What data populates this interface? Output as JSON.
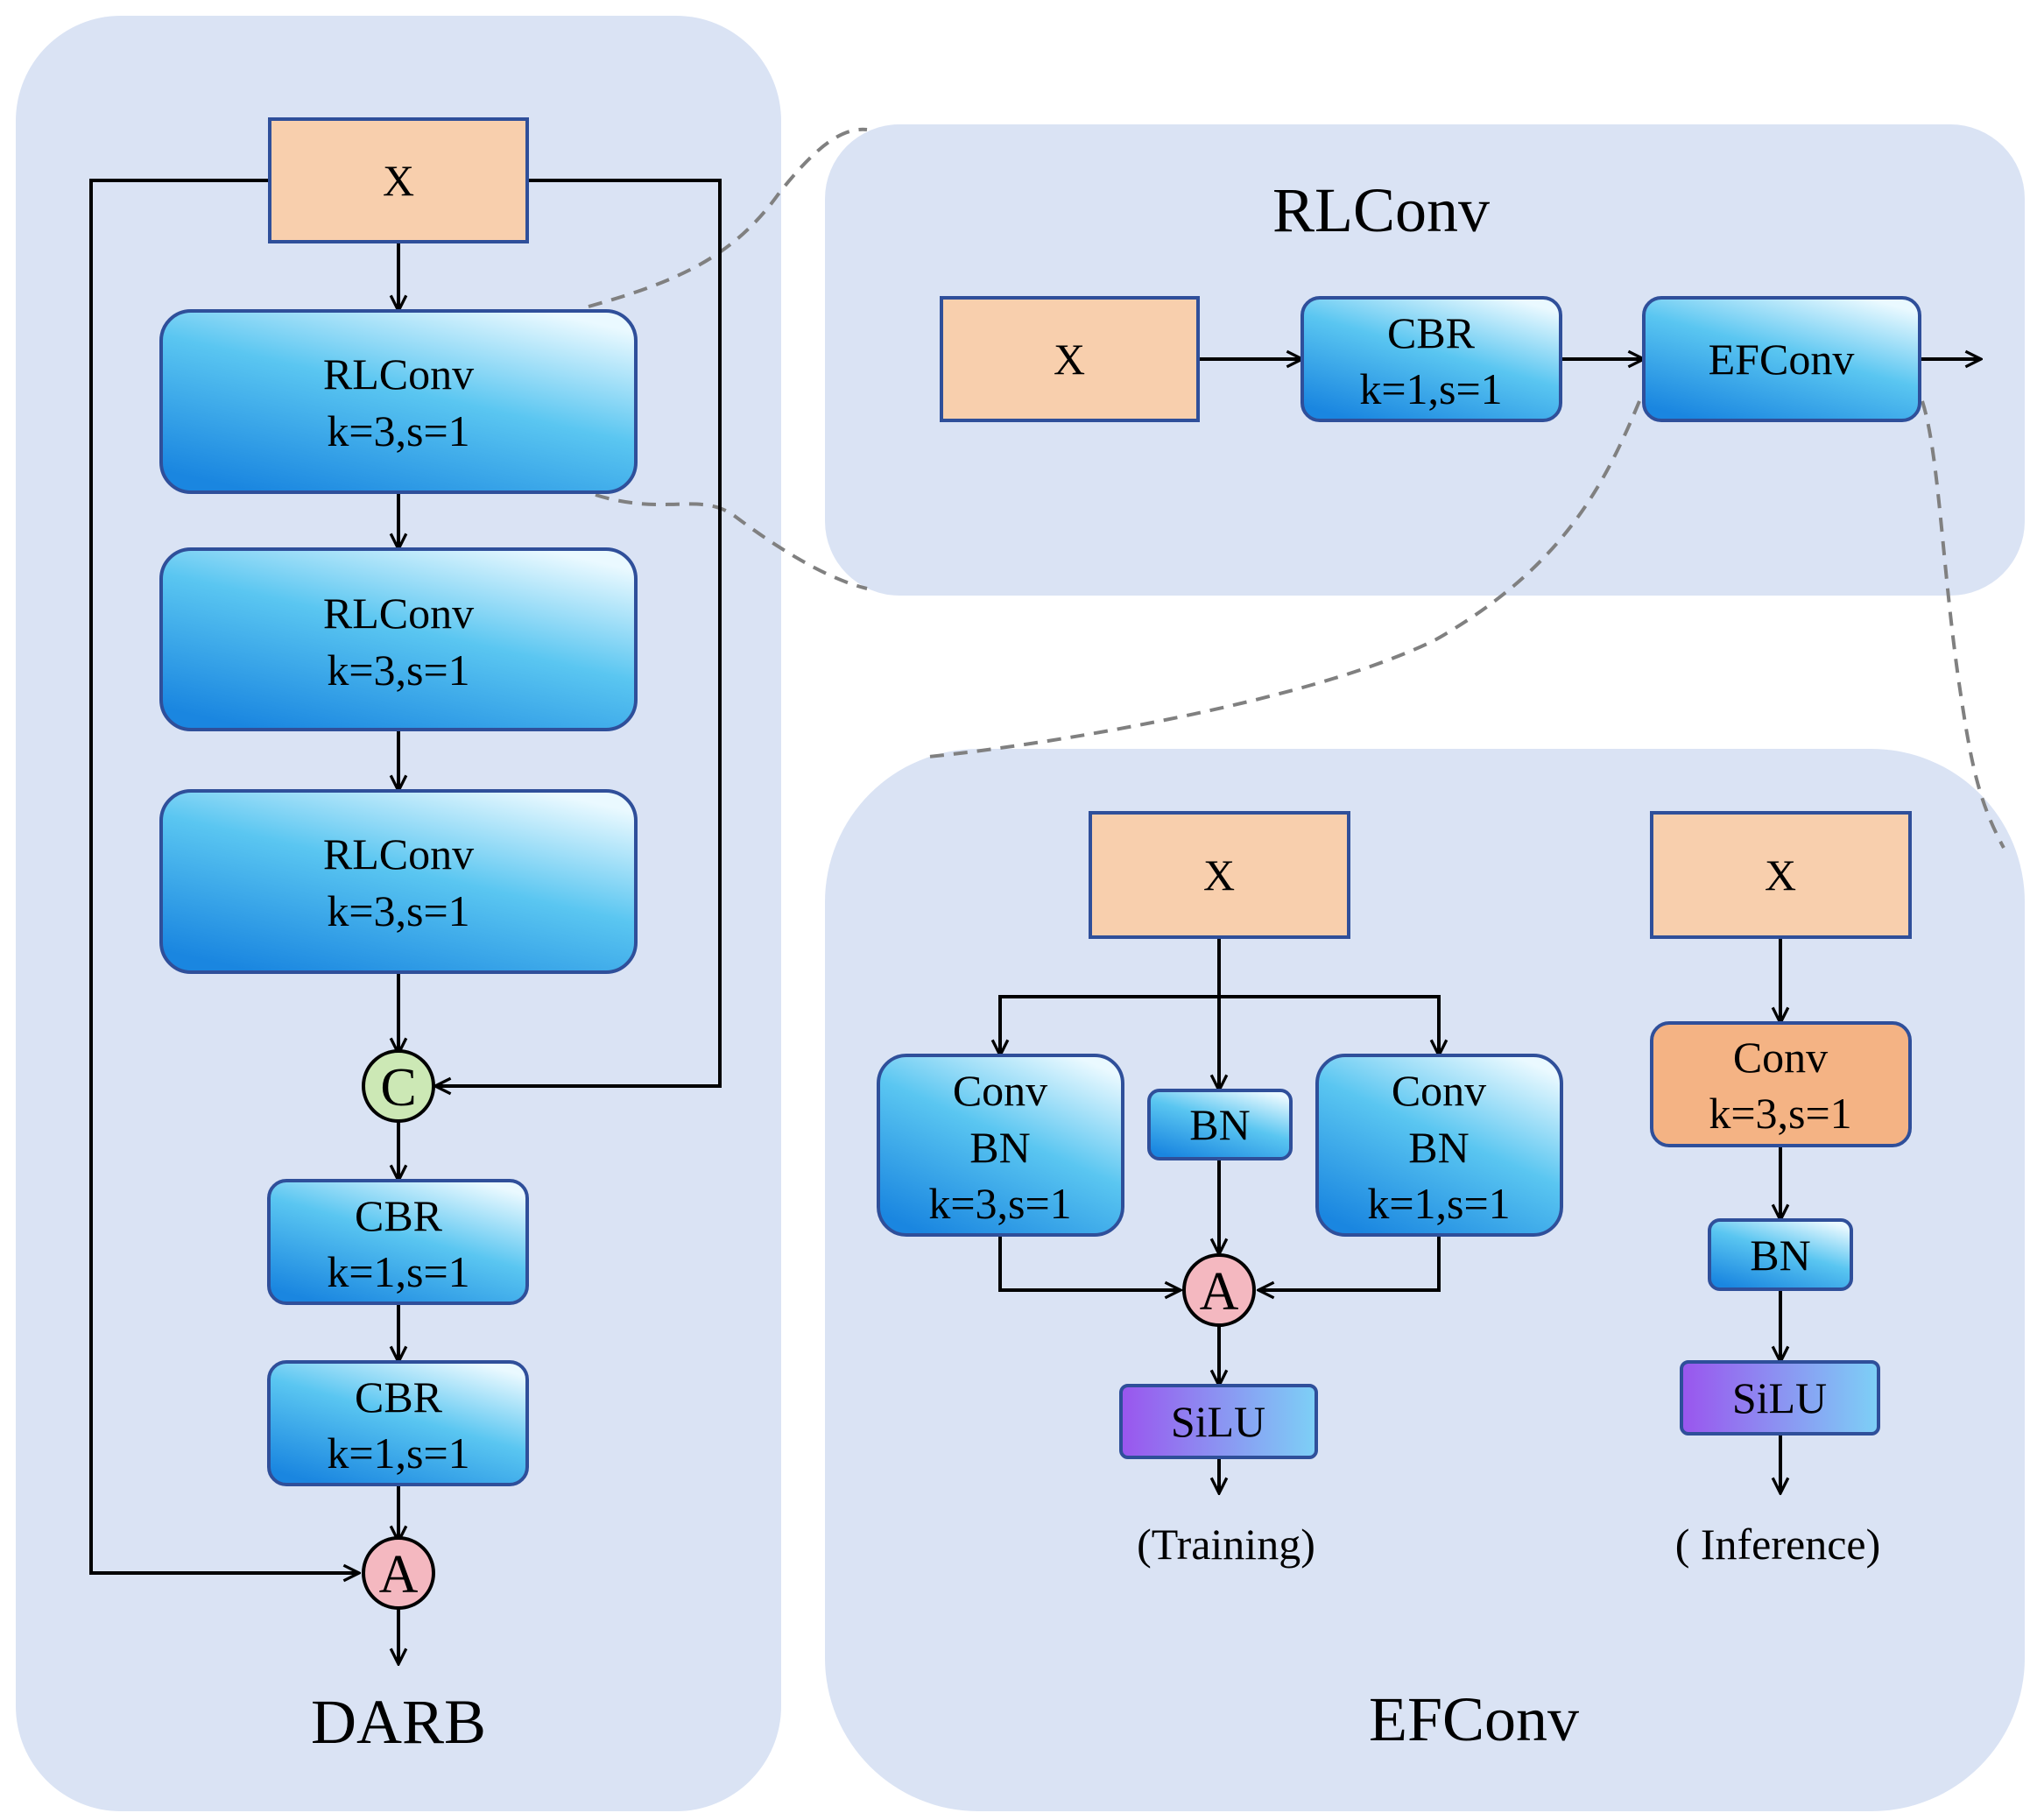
{
  "panels": {
    "darb": {
      "title": "DARB"
    },
    "rlconv": {
      "title": "RLConv"
    },
    "efconv": {
      "title": "EFConv"
    }
  },
  "darb": {
    "input": "X",
    "rlconv_blocks": [
      {
        "name": "RLConv",
        "params": "k=3,s=1"
      },
      {
        "name": "RLConv",
        "params": "k=3,s=1"
      },
      {
        "name": "RLConv",
        "params": "k=3,s=1"
      }
    ],
    "concat_symbol": "C",
    "cbr_blocks": [
      {
        "name": "CBR",
        "params": "k=1,s=1"
      },
      {
        "name": "CBR",
        "params": "k=1,s=1"
      }
    ],
    "add_symbol": "A"
  },
  "rlconv": {
    "input": "X",
    "cbr": {
      "name": "CBR",
      "params": "k=1,s=1"
    },
    "efconv": "EFConv"
  },
  "efconv": {
    "training": {
      "input": "X",
      "left": {
        "line1": "Conv",
        "line2": "BN",
        "params": "k=3,s=1"
      },
      "middle": "BN",
      "right": {
        "line1": "Conv",
        "line2": "BN",
        "params": "k=1,s=1"
      },
      "add_symbol": "A",
      "activation": "SiLU",
      "caption": "(Training)"
    },
    "inference": {
      "input": "X",
      "conv": {
        "name": "Conv",
        "params": "k=3,s=1"
      },
      "bn": "BN",
      "activation": "SiLU",
      "caption": "( Inference)"
    }
  },
  "colors": {
    "panel_bg": "#dae3f4",
    "input_fill": "#f8cfad",
    "input_stroke": "#2f4f9a",
    "blue_top": "#e9f8ff",
    "blue_mid": "#5ac6f1",
    "blue_bottom": "#1a86e0",
    "orange_conv": "#f4b384",
    "concat_fill": "#cce8b5",
    "add_fill": "#f4b8c0",
    "silu_purple": "#9a55ee",
    "silu_blue": "#7dd0f6",
    "dashed": "#808080"
  },
  "icons": [
    "concat-circle-icon",
    "add-circle-icon",
    "arrow-icon"
  ]
}
